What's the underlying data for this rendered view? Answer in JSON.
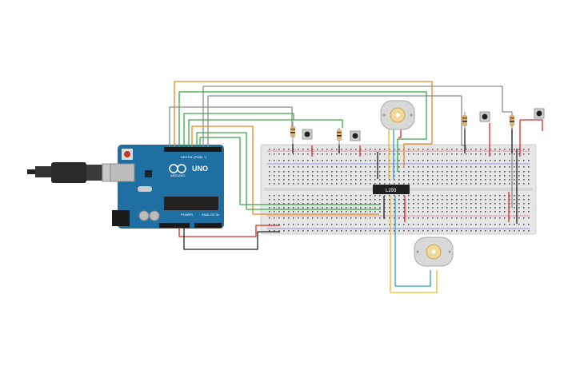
{
  "board": {
    "brand": "UNO",
    "maker": "ARDUINO",
    "digital_label": "DIGITAL (PWM ~)",
    "power_label": "POWER",
    "analog_label": "ANALOG IN"
  },
  "ic": {
    "label": "L293"
  },
  "colors": {
    "board": "#1f6fa3",
    "breadboard": "#e6e6e6",
    "wire_orange": "#e08a1e",
    "wire_green": "#3aa84a",
    "wire_gray": "#8c8c8c",
    "wire_red": "#d42a2a",
    "wire_black": "#222222",
    "wire_yellow": "#e8c020",
    "wire_blue": "#2f9ed1"
  },
  "icons": [
    "usb-cable-icon",
    "dc-motor-icon",
    "pushbutton-icon",
    "resistor-icon",
    "chip-icon"
  ]
}
